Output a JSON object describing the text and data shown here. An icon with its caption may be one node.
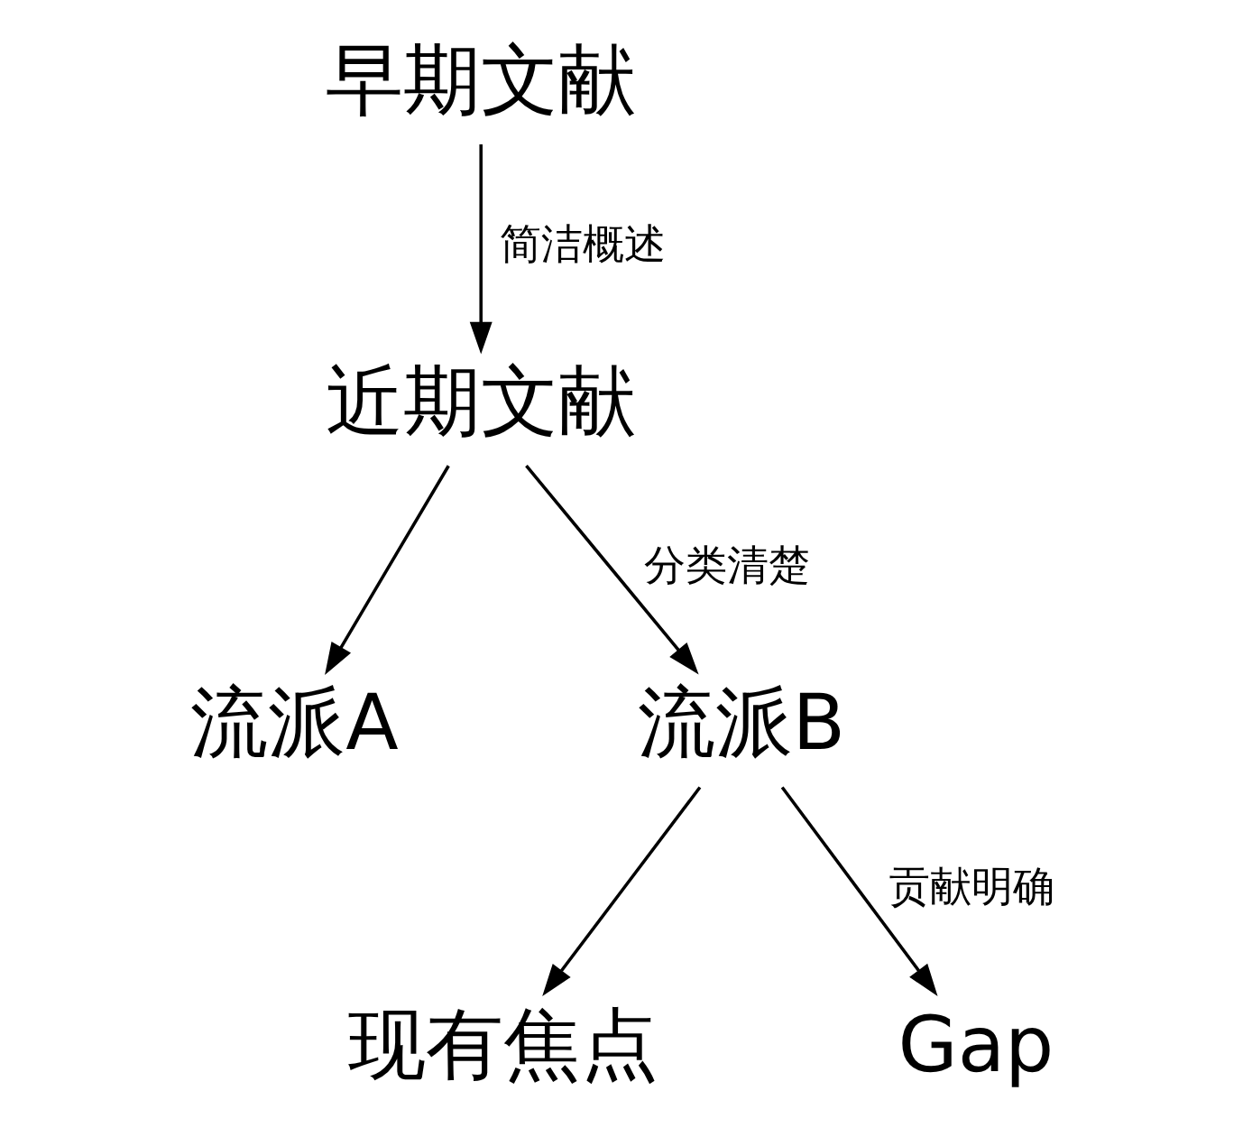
{
  "diagram": {
    "nodes": [
      {
        "text": [
          "早期文献"
        ]
      },
      {
        "text": [
          "近期文献"
        ]
      },
      {
        "text": [
          "流派A"
        ]
      },
      {
        "text": [
          "流派B"
        ]
      },
      {
        "text": [
          "现有焦点"
        ]
      },
      {
        "text": [
          "Gap"
        ]
      }
    ],
    "edges": [
      {
        "from": 0,
        "to": 1,
        "arrow": "to",
        "label": "简洁概述"
      },
      {
        "from": 1,
        "to": 2,
        "arrow": "to"
      },
      {
        "from": 1,
        "to": 3,
        "arrow": "to",
        "label": "分类清楚"
      },
      {
        "from": 3,
        "to": 4,
        "arrow": "to"
      },
      {
        "from": 3,
        "to": 5,
        "arrow": "to",
        "label": "贡献明确"
      }
    ]
  }
}
